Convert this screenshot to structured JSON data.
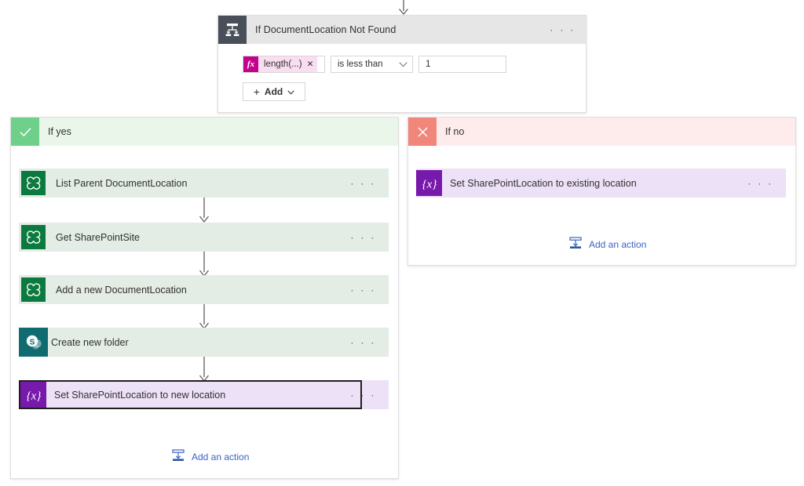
{
  "condition_card": {
    "icon": "control-condition-icon",
    "title": "If DocumentLocation Not Found",
    "overflow": "· · ·",
    "row": {
      "left_token": {
        "fx": "fx",
        "label": "length(...)",
        "remove": "✕"
      },
      "operator": "is less than",
      "operator_chevron": "chevron-down-icon",
      "value": "1"
    },
    "add_button": {
      "plus": "+",
      "label": "Add",
      "chevron": "chevron-down-icon"
    }
  },
  "branch_yes": {
    "badge_icon": "checkmark-icon",
    "title": "If yes",
    "actions": [
      {
        "label": "List Parent DocumentLocation",
        "icon": "dataverse-icon",
        "overflow": "· · ·",
        "selected": false
      },
      {
        "label": "Get SharePointSite",
        "icon": "dataverse-icon",
        "overflow": "· · ·",
        "selected": false
      },
      {
        "label": "Add a new DocumentLocation",
        "icon": "dataverse-icon",
        "overflow": "· · ·",
        "selected": false
      },
      {
        "label": "Create new folder",
        "icon": "sharepoint-icon",
        "overflow": "· · ·",
        "selected": false
      },
      {
        "label": "Set SharePointLocation to new location",
        "icon": "variable-icon",
        "overflow": "· · ·",
        "selected": true
      }
    ],
    "add_action": {
      "icon": "insert-action-icon",
      "label": "Add an action"
    }
  },
  "branch_no": {
    "badge_icon": "close-icon",
    "title": "If no",
    "actions": [
      {
        "label": "Set SharePointLocation to existing location",
        "icon": "variable-icon",
        "overflow": "· · ·",
        "selected": false
      }
    ],
    "add_action": {
      "icon": "insert-action-icon",
      "label": "Add an action"
    }
  },
  "colors": {
    "condition_header": "#e6e6e6",
    "control_icon": "#484f58",
    "yes_header": "#eaf6ea",
    "yes_badge": "#6fd08c",
    "no_header": "#fdeceb",
    "no_badge": "#f1867b",
    "dataverse_green": "#0b7a3e",
    "sharepoint_teal": "#106b70",
    "variable_purple": "#7719aa",
    "link_blue": "#3b62c4",
    "token_magenta": "#c4038d"
  }
}
